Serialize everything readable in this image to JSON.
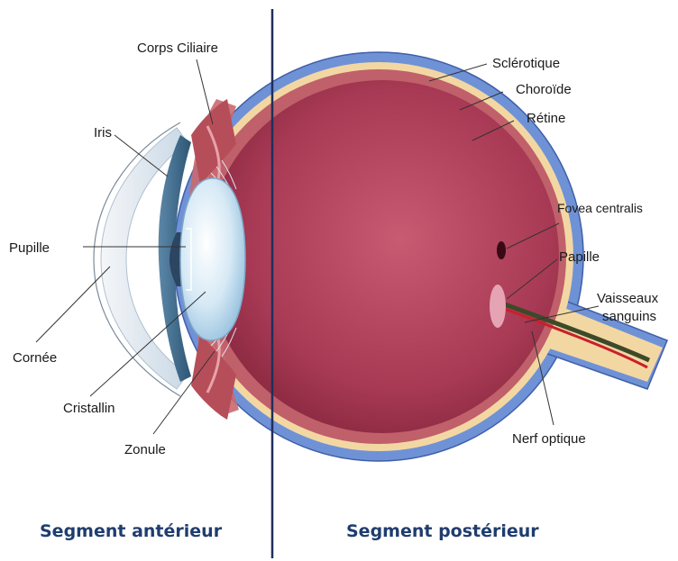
{
  "labels": {
    "corps_ciliaire": "Corps Ciliaire",
    "iris": "Iris",
    "pupille": "Pupille",
    "cornee": "Cornée",
    "cristallin": "Cristallin",
    "zonule": "Zonule",
    "sclerotique": "Sclérotique",
    "choroide": "Choroïde",
    "retine": "Rétine",
    "fovea": "Fovea centralis",
    "papille": "Papille",
    "vaisseaux_1": "Vaisseaux",
    "vaisseaux_2": "sanguins",
    "nerf": "Nerf optique"
  },
  "segments": {
    "anterior": "Segment antérieur",
    "posterior": "Segment postérieur"
  },
  "colors": {
    "sclera": "#6f92d6",
    "choroid": "#f3d7a3",
    "retina_outer": "#c0606a",
    "vitreous": "#9c2f48",
    "divider": "#1f2f5c",
    "segment_text": "#1f3d6e"
  }
}
